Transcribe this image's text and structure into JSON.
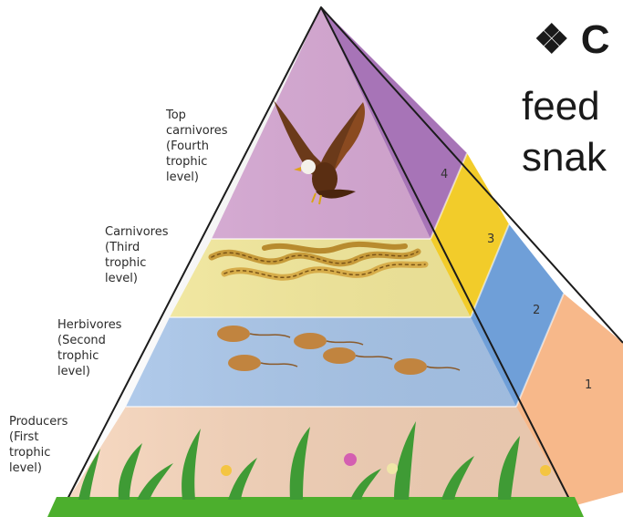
{
  "slide_text": {
    "bullet_symbol": "❖",
    "bullet_heading": "C",
    "line2": "feed",
    "line3": "snak"
  },
  "pyramid": {
    "levels": [
      {
        "number": "4",
        "label": "Top\ncarnivores\n(Fourth\ntrophic\nlevel)",
        "front_color": "#d9a9d6",
        "side_color": "#a774b7"
      },
      {
        "number": "3",
        "label": "Carnivores\n(Third\ntrophic\nlevel)",
        "front_color": "#f7ec9c",
        "side_color": "#f2cc2a"
      },
      {
        "number": "2",
        "label": "Herbivores\n(Second\ntrophic\nlevel)",
        "front_color": "#a9c7ec",
        "side_color": "#6f9fd8"
      },
      {
        "number": "1",
        "label": "Producers\n(First\ntrophic\nlevel)",
        "front_color": "#f6d3b8",
        "side_color": "#f7b88a"
      }
    ],
    "ground_color": "#4caf2d"
  }
}
